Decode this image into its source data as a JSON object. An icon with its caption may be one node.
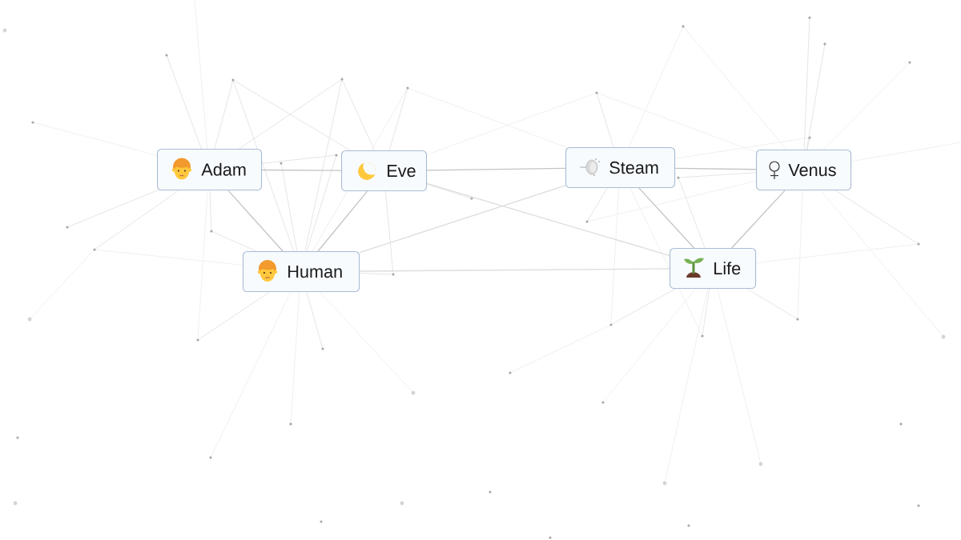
{
  "diagram": {
    "nodes": [
      {
        "text": [
          "Adam"
        ]
      },
      {
        "text": [
          "Eve"
        ]
      },
      {
        "text": [
          "Steam"
        ]
      },
      {
        "text": [
          "Venus"
        ]
      },
      {
        "text": [
          "Human"
        ]
      },
      {
        "text": [
          "Life"
        ]
      }
    ],
    "edges": [
      {
        "from": 0,
        "to": 1,
        "arrow": "none"
      },
      {
        "from": 1,
        "to": 2,
        "arrow": "none"
      },
      {
        "from": 2,
        "to": 3,
        "arrow": "none"
      },
      {
        "from": 0,
        "to": 4,
        "arrow": "none"
      },
      {
        "from": 1,
        "to": 4,
        "arrow": "none"
      },
      {
        "from": 4,
        "to": 2,
        "arrow": "none",
        "color": "#dddddd"
      },
      {
        "from": 1,
        "to": 5,
        "arrow": "none",
        "color": "#dddddd"
      },
      {
        "from": 4,
        "to": 5,
        "arrow": "none",
        "color": "#dddddd"
      },
      {
        "from": 2,
        "to": 5,
        "arrow": "none"
      },
      {
        "from": 3,
        "to": 5,
        "arrow": "none"
      }
    ]
  }
}
